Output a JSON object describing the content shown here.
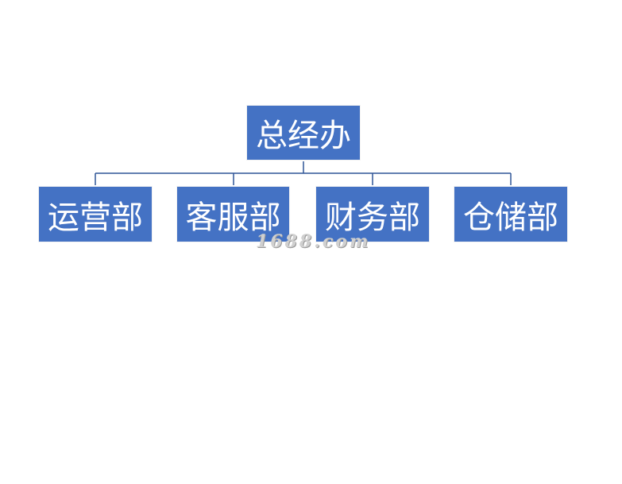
{
  "org_chart": {
    "root": {
      "label": "总经办"
    },
    "children": [
      {
        "label": "运营部"
      },
      {
        "label": "客服部"
      },
      {
        "label": "财务部"
      },
      {
        "label": "仓储部"
      }
    ]
  },
  "watermark": {
    "text": "1688.com"
  },
  "colors": {
    "node_fill": "#4472c4",
    "node_text": "#ffffff",
    "connector": "#2f5597",
    "background": "#ffffff"
  }
}
